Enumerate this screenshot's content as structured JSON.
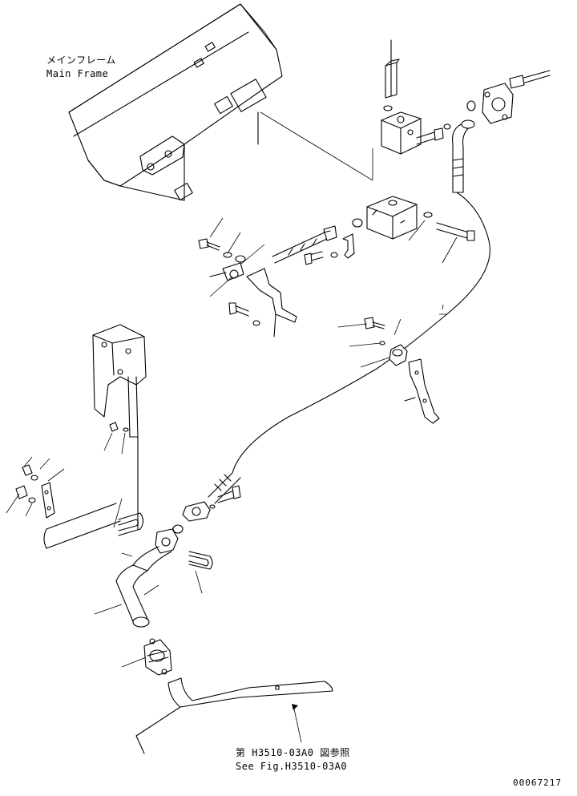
{
  "labels": {
    "main_frame_jp": "メインフレーム",
    "main_frame_en": "Main Frame",
    "see_fig_jp": "第 H3510-03A0 図参照",
    "see_fig_en": "See Fig.H3510-03A0",
    "drawing_number": "00067217"
  }
}
